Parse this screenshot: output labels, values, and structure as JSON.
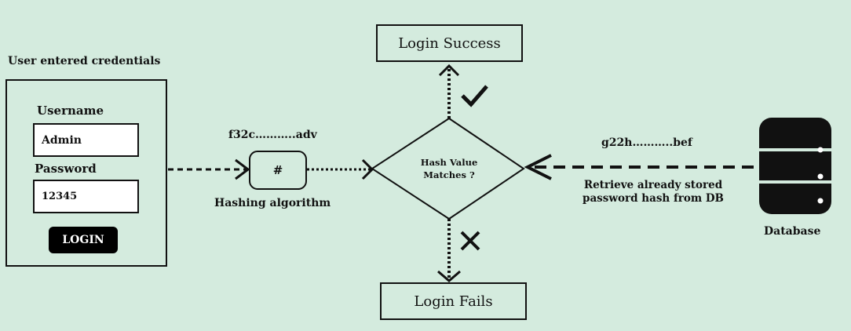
{
  "credentials": {
    "title": "User entered credentials",
    "username_label": "Username",
    "username_value": "Admin",
    "password_label": "Password",
    "password_value": "12345",
    "login_button": "LOGIN"
  },
  "hashing": {
    "hash_output": "f32c………..adv",
    "symbol": "#",
    "label": "Hashing algorithm"
  },
  "decision": {
    "line1": "Hash Value",
    "line2": "Matches ?"
  },
  "outcomes": {
    "success": "Login Success",
    "fail": "Login Fails",
    "success_mark": "check-icon",
    "fail_mark": "cross-icon"
  },
  "database": {
    "stored_hash": "g22h………..bef",
    "retrieve_line1": "Retrieve already stored",
    "retrieve_line2": "password hash from DB",
    "label": "Database"
  },
  "colors": {
    "background": "#d4ebde",
    "ink": "#111111"
  }
}
